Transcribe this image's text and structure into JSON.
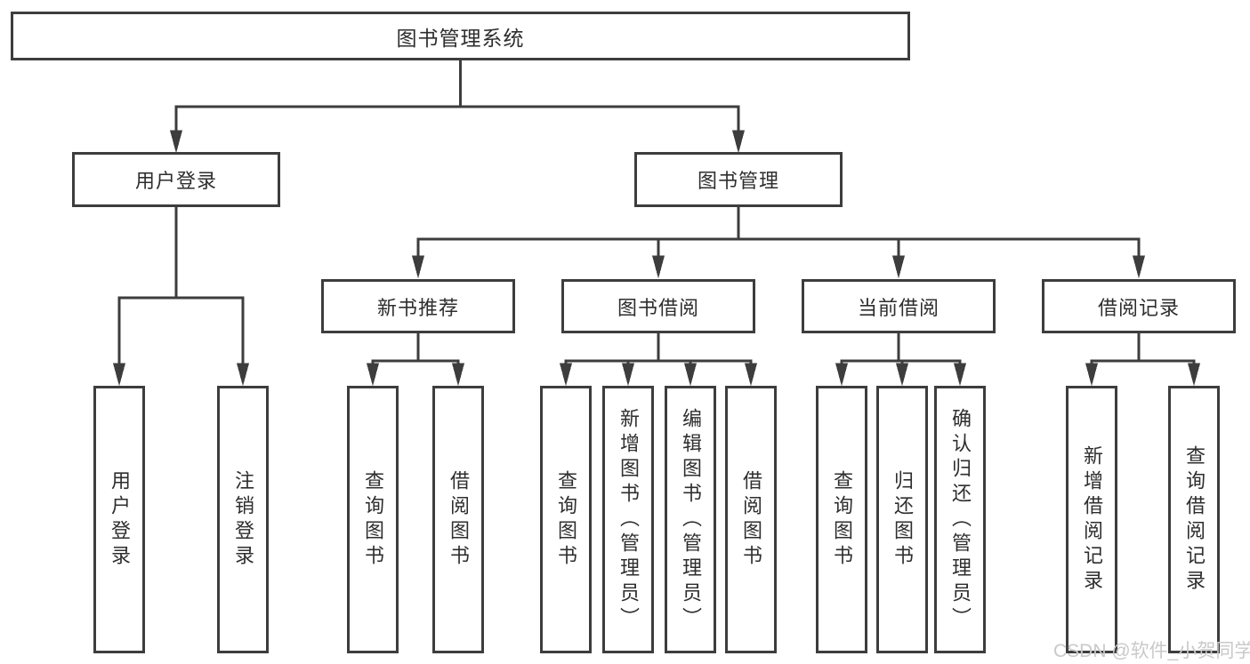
{
  "diagram": {
    "title": "图书管理系统",
    "root": {
      "label": "图书管理系统"
    },
    "level2": [
      {
        "label": "用户登录"
      },
      {
        "label": "图书管理"
      }
    ],
    "level3": [
      {
        "label": "新书推荐"
      },
      {
        "label": "图书借阅"
      },
      {
        "label": "当前借阅"
      },
      {
        "label": "借阅记录"
      }
    ],
    "leaves": {
      "userLogin": [
        {
          "label": "用户登录"
        },
        {
          "label": "注销登录"
        }
      ],
      "newBookRecommend": [
        {
          "label": "查询图书"
        },
        {
          "label": "借阅图书"
        }
      ],
      "bookBorrow": [
        {
          "label": "查询图书"
        },
        {
          "label": "新增图书（管理员）"
        },
        {
          "label": "编辑图书（管理员）"
        },
        {
          "label": "借阅图书"
        }
      ],
      "currentBorrow": [
        {
          "label": "查询图书"
        },
        {
          "label": "归还图书"
        },
        {
          "label": "确认归还（管理员）"
        }
      ],
      "borrowRecords": [
        {
          "label": "新增借阅记录"
        },
        {
          "label": "查询借阅记录"
        }
      ]
    }
  },
  "watermark": "CSDN @软件_小贺同学",
  "colors": {
    "line": "#3d3d3d",
    "text": "#2e2e2e",
    "background": "#ffffff",
    "watermark": "#c9c9c9"
  }
}
